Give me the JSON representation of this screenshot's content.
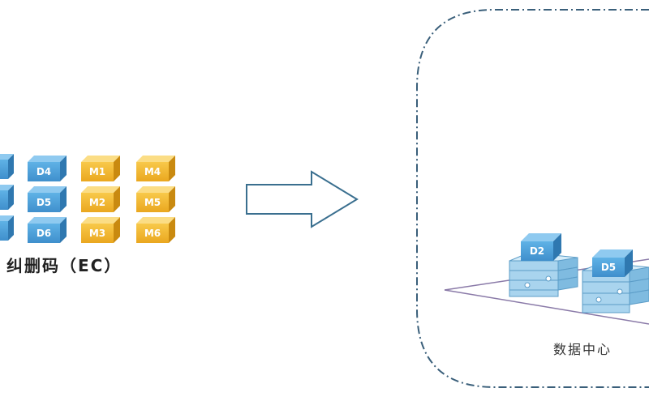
{
  "ec_blocks": {
    "data_blocks": [
      "D4",
      "D5",
      "D6"
    ],
    "parity_col1": [
      "M1",
      "M2",
      "M3"
    ],
    "parity_col2": [
      "M4",
      "M5",
      "M6"
    ],
    "caption": "纠删码（EC）"
  },
  "datacenter": {
    "server_blocks": [
      "D2",
      "D5"
    ],
    "caption": "数据中心"
  },
  "colors": {
    "data_block": "#4a9fd8",
    "parity_block": "#f2b632",
    "arrow_stroke": "#3a6f8f",
    "border": "#3a5f7a",
    "server": "#a9d4ee"
  },
  "icons": [
    "right-arrow-icon",
    "server-icon",
    "cube-icon"
  ]
}
